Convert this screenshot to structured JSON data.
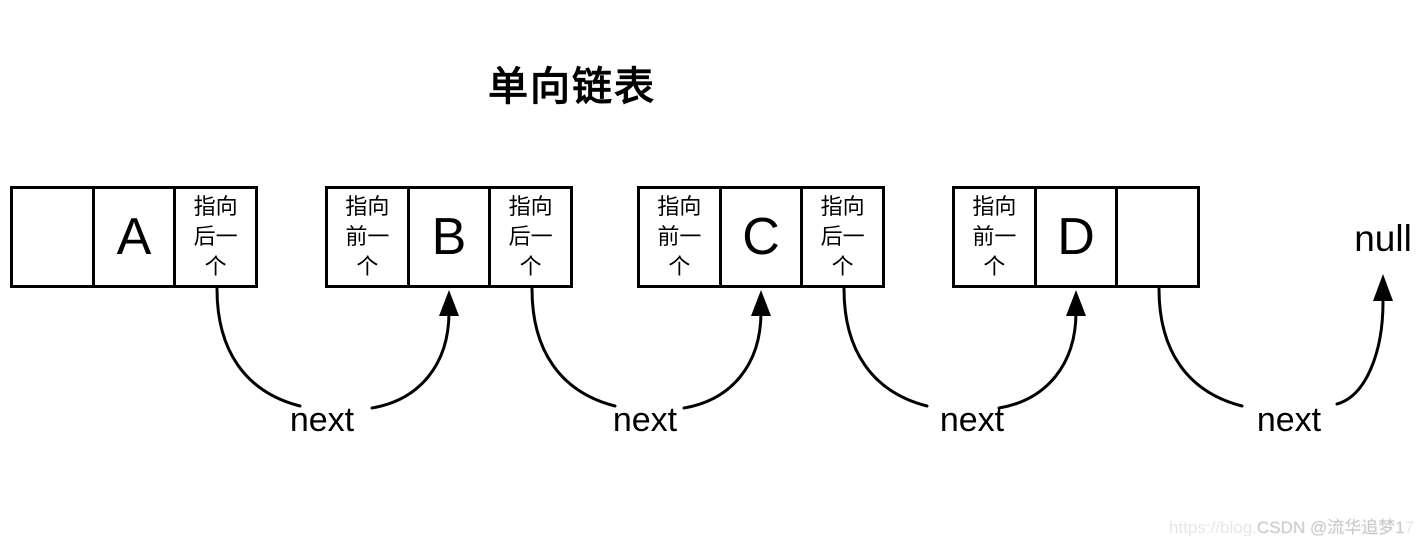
{
  "title": "单向链表",
  "null_label": "null",
  "nodes": [
    {
      "id": "A",
      "value": "A",
      "prev_lines": [
        "",
        "",
        ""
      ],
      "next_lines": [
        "指向",
        "后一",
        "个"
      ]
    },
    {
      "id": "B",
      "value": "B",
      "prev_lines": [
        "指向",
        "前一",
        "个"
      ],
      "next_lines": [
        "指向",
        "后一",
        "个"
      ]
    },
    {
      "id": "C",
      "value": "C",
      "prev_lines": [
        "指向",
        "前一",
        "个"
      ],
      "next_lines": [
        "指向",
        "后一",
        "个"
      ]
    },
    {
      "id": "D",
      "value": "D",
      "prev_lines": [
        "指向",
        "前一",
        "个"
      ],
      "next_lines": [
        "",
        "",
        ""
      ]
    }
  ],
  "links": [
    {
      "label": "next",
      "from": "A",
      "to": "B"
    },
    {
      "label": "next",
      "from": "B",
      "to": "C"
    },
    {
      "label": "next",
      "from": "C",
      "to": "D"
    },
    {
      "label": "next",
      "from": "D",
      "to": "null"
    }
  ],
  "colors": {
    "line": "#000000",
    "background": "#ffffff",
    "watermark_brand": "#c8c8c8",
    "watermark_faint": "#e7e7e7"
  },
  "watermark": {
    "prefix": "https://blog.",
    "brand": "CSDN @流华追梦1",
    "suffix": "7"
  }
}
